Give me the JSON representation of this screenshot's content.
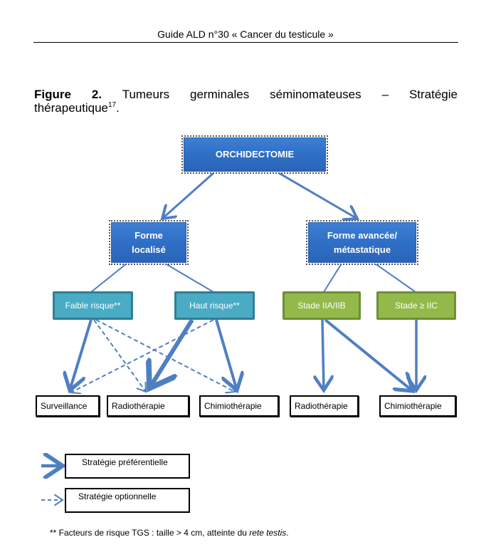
{
  "header": {
    "title": "Guide ALD n°30 « Cancer du testicule »"
  },
  "caption": {
    "label": "Figure 2.",
    "text_line1": "Tumeurs germinales séminomateuses – Stratégie",
    "text_line2": "thérapeutique",
    "superscript": "17",
    "end": "."
  },
  "nodes": {
    "root": "ORCHIDECTOMIE",
    "localized": {
      "line1": "Forme",
      "line2": "localisé"
    },
    "advanced": {
      "line1": "Forme avancée/",
      "line2": "métastatique"
    },
    "low_risk": "Faible risque**",
    "high_risk": "Haut risque**",
    "stage_2ab": "Stade IIA/IIB",
    "stage_2c": "Stade ≥ IIC",
    "outcome_surveillance": "Surveillance",
    "outcome_radio_left": "Radiothérapie",
    "outcome_chimio_left": "Chimiothérapie",
    "outcome_radio_right": "Radiothérapie",
    "outcome_chimio_right": "Chimiothérapie"
  },
  "edges": [
    {
      "from": "root",
      "to": "localized",
      "type": "solid-arrow"
    },
    {
      "from": "root",
      "to": "advanced",
      "type": "solid-arrow"
    },
    {
      "from": "localized",
      "to": "low_risk",
      "type": "line"
    },
    {
      "from": "localized",
      "to": "high_risk",
      "type": "line"
    },
    {
      "from": "advanced",
      "to": "stage_2ab",
      "type": "line"
    },
    {
      "from": "advanced",
      "to": "stage_2c",
      "type": "line"
    },
    {
      "from": "low_risk",
      "to": "outcome_surveillance",
      "type": "preferential"
    },
    {
      "from": "low_risk",
      "to": "outcome_radio_left",
      "type": "optional"
    },
    {
      "from": "low_risk",
      "to": "outcome_chimio_left",
      "type": "optional"
    },
    {
      "from": "high_risk",
      "to": "outcome_surveillance",
      "type": "optional"
    },
    {
      "from": "high_risk",
      "to": "outcome_radio_left",
      "type": "preferential"
    },
    {
      "from": "high_risk",
      "to": "outcome_chimio_left",
      "type": "preferential"
    },
    {
      "from": "stage_2ab",
      "to": "outcome_radio_right",
      "type": "preferential"
    },
    {
      "from": "stage_2ab",
      "to": "outcome_chimio_right",
      "type": "preferential"
    },
    {
      "from": "stage_2c",
      "to": "outcome_chimio_right",
      "type": "preferential"
    }
  ],
  "legend": {
    "preferential": "Stratégie préférentielle",
    "optional": "Stratégie optionnelle"
  },
  "footnote": {
    "text": "** Facteurs de risque TGS : taille > 4 cm, atteinte du ",
    "italic": "rete testis",
    "end": "."
  },
  "colors": {
    "arrow": "#4f7fc3",
    "blue_box": "#2f6fc7",
    "teal_box": "#4aabc4",
    "green_box": "#93b94b"
  }
}
